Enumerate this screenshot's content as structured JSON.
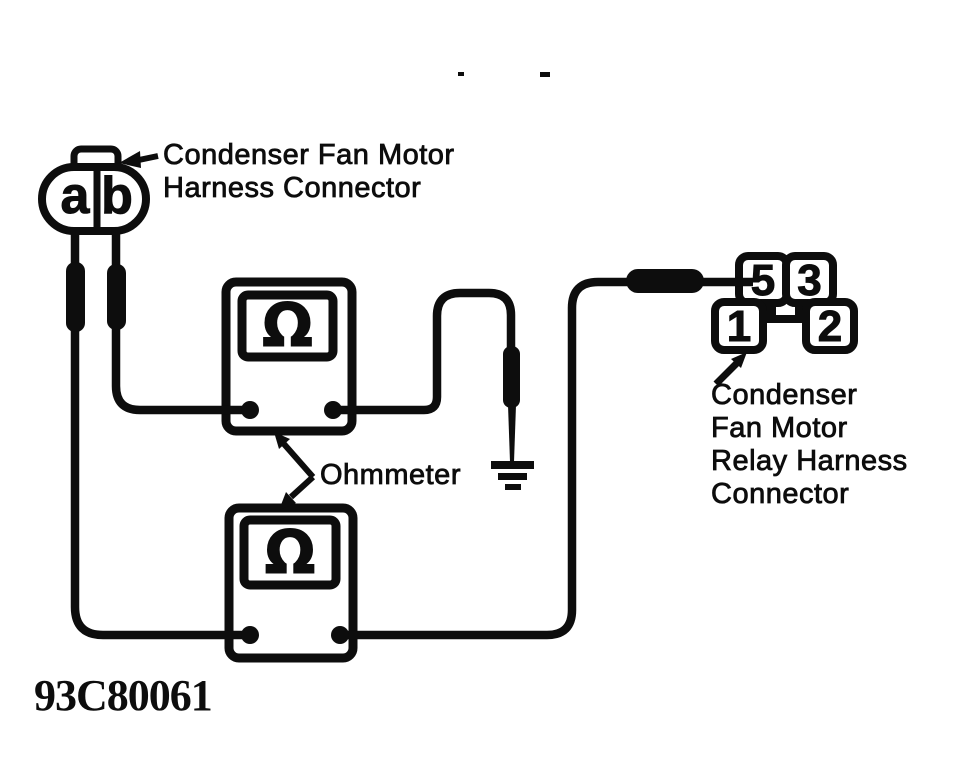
{
  "figure_id": "93C80061",
  "colors": {
    "ink": "#0d0d0d",
    "paper": "#ffffff"
  },
  "fan_connector": {
    "label_line1": "Condenser Fan Motor",
    "label_line2": "Harness Connector",
    "terminal_a": "a",
    "terminal_b": "b"
  },
  "ohmmeter": {
    "label": "Ohmmeter",
    "symbol": "Ω"
  },
  "relay_connector": {
    "label_line1": "Condenser",
    "label_line2": "Fan Motor",
    "label_line3": "Relay Harness",
    "label_line4": "Connector",
    "terminal_5": "5",
    "terminal_3": "3",
    "terminal_1": "1",
    "terminal_2": "2"
  }
}
